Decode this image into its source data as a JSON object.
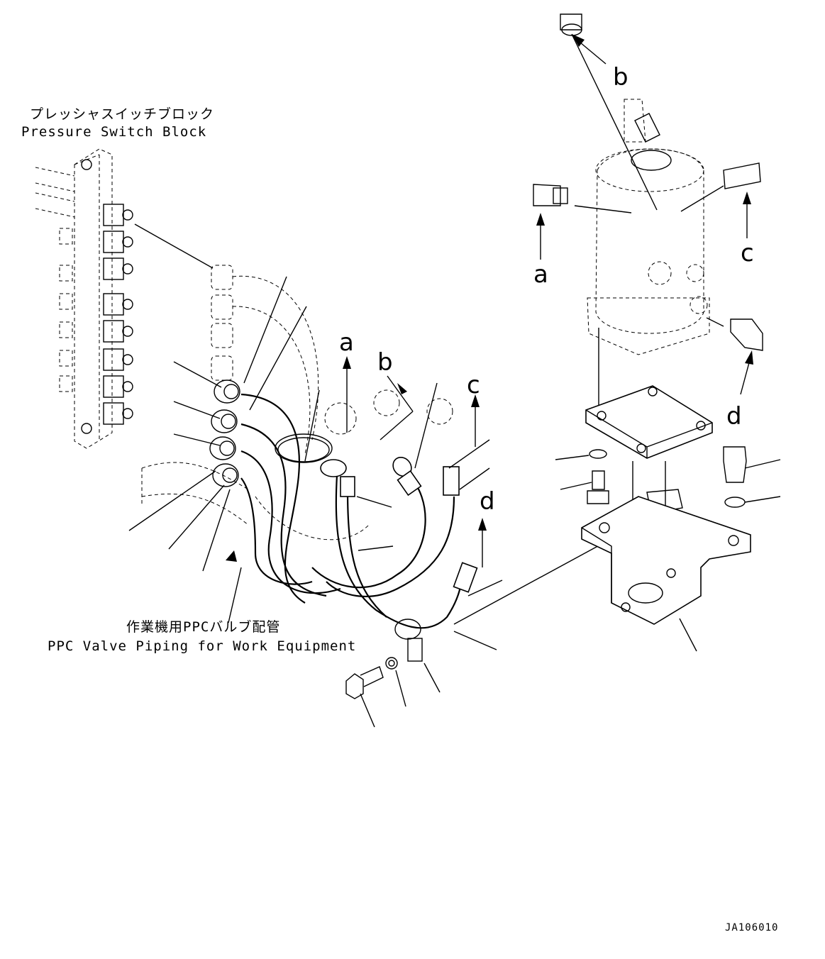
{
  "captions": {
    "pressure_switch_block_jp": "プレッシャスイッチブロック",
    "pressure_switch_block_en": "Pressure Switch Block",
    "ppc_valve_piping_jp": "作業機用PPCバルブ配管",
    "ppc_valve_piping_en": "PPC Valve Piping for Work Equipment"
  },
  "reference_letters": {
    "a_top": "a",
    "b_top": "b",
    "c_top": "c",
    "d_top": "d",
    "a_mid": "a",
    "b_mid": "b",
    "c_mid": "c",
    "d_mid": "d"
  },
  "drawing_code": "JA106010"
}
